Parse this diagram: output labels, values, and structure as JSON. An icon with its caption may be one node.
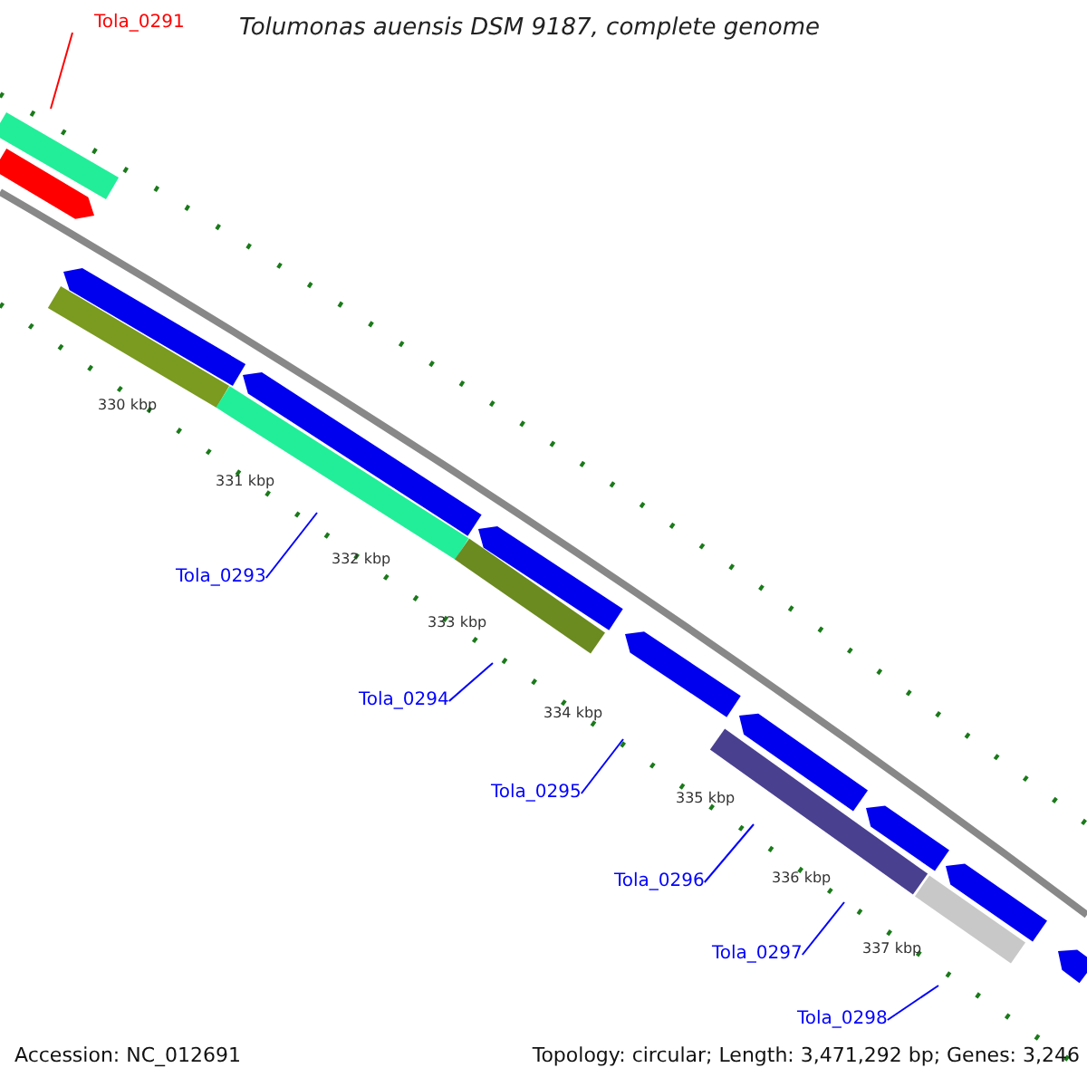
{
  "diagram": {
    "title": "Tolumonas auensis DSM 9187, complete genome",
    "nodes": [
      {
        "text": [
          "Tola_0291"
        ]
      },
      {
        "text": [
          "Tola_0293"
        ]
      },
      {
        "text": [
          "Tola_0294"
        ]
      },
      {
        "text": [
          "Tola_0295"
        ]
      },
      {
        "text": [
          "Tola_0296"
        ]
      },
      {
        "text": [
          "Tola_0297"
        ]
      },
      {
        "text": [
          "Tola_0298"
        ]
      }
    ],
    "edges": [
      {
        "from": 0,
        "to": null,
        "arrow": "none",
        "color": "#ff0000"
      },
      {
        "from": 1,
        "to": null,
        "arrow": "none"
      },
      {
        "from": 2,
        "to": null,
        "arrow": "none"
      },
      {
        "from": 3,
        "to": null,
        "arrow": "none"
      },
      {
        "from": 4,
        "to": null,
        "arrow": "none"
      },
      {
        "from": 5,
        "to": null,
        "arrow": "none"
      },
      {
        "from": 6,
        "to": null,
        "arrow": "none"
      }
    ],
    "labels": [
      "330 kbp",
      "331 kbp",
      "332 kbp",
      "333 kbp",
      "334 kbp",
      "335 kbp",
      "336 kbp",
      "337 kbp",
      "Accession: NC_012691",
      "Topology: circular; Length: 3,471,292 bp; Genes: 3,246"
    ]
  }
}
